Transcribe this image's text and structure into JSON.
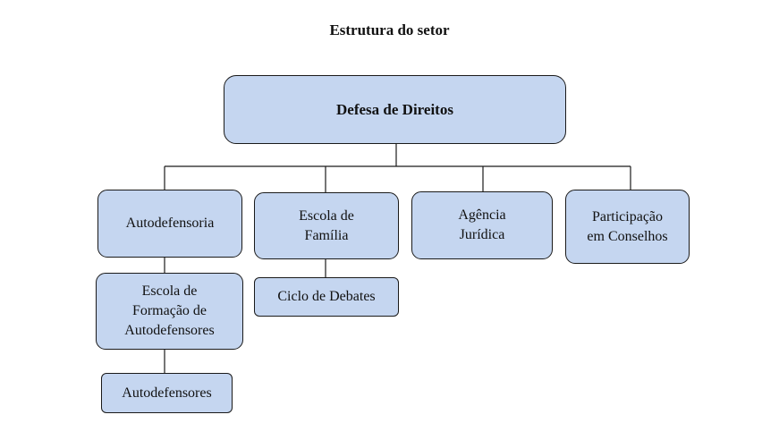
{
  "diagram": {
    "title": "Estrutura do setor",
    "root": {
      "label": "Defesa de Direitos"
    },
    "branches": [
      {
        "label": "Autodefensoria",
        "children": [
          {
            "label": "Escola de\nFormação de\nAutodefensores",
            "children": [
              {
                "label": "Autodefensores"
              }
            ]
          }
        ]
      },
      {
        "label": "Escola de\nFamília",
        "children": [
          {
            "label": "Ciclo de Debates"
          }
        ]
      },
      {
        "label": "Agência\nJurídica"
      },
      {
        "label": "Participação\nem Conselhos"
      }
    ],
    "colors": {
      "box_fill": "#c5d6f0",
      "box_border": "#1a1a1a",
      "connector": "#1a1a1a"
    }
  }
}
